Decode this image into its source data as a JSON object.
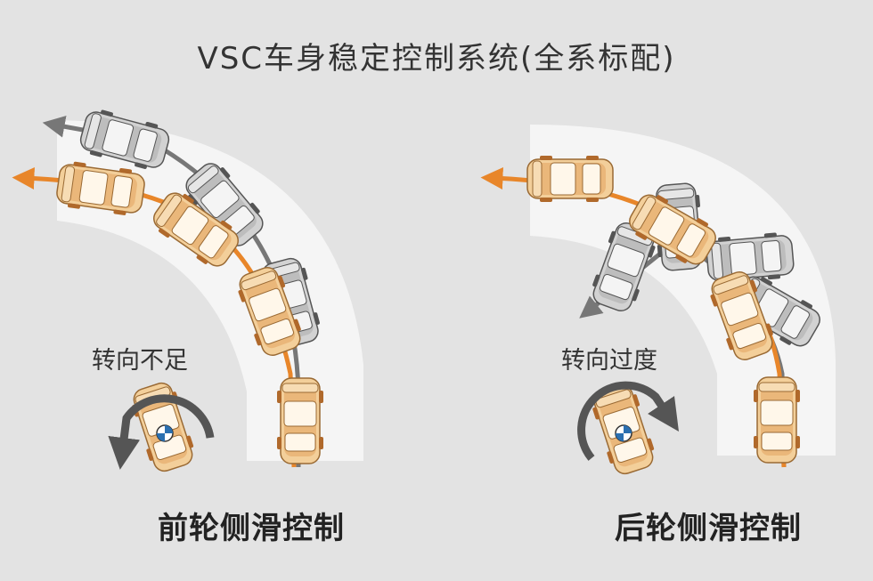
{
  "title": "VSC车身稳定控制系统(全系标配)",
  "left_panel": {
    "label": "转向不足",
    "caption": "前轮侧滑控制"
  },
  "right_panel": {
    "label": "转向过度",
    "caption": "后轮侧滑控制"
  },
  "colors": {
    "background": "#e3e3e3",
    "road": "#f5f5f5",
    "orange_path": "#e8862a",
    "gray_path": "#777777",
    "car_orange": "#f3cf9a",
    "car_gray": "#d2d2d2"
  },
  "icons": [
    "car-icon",
    "rotation-arrow-icon",
    "direction-arrow-icon",
    "steering-badge-icon"
  ]
}
